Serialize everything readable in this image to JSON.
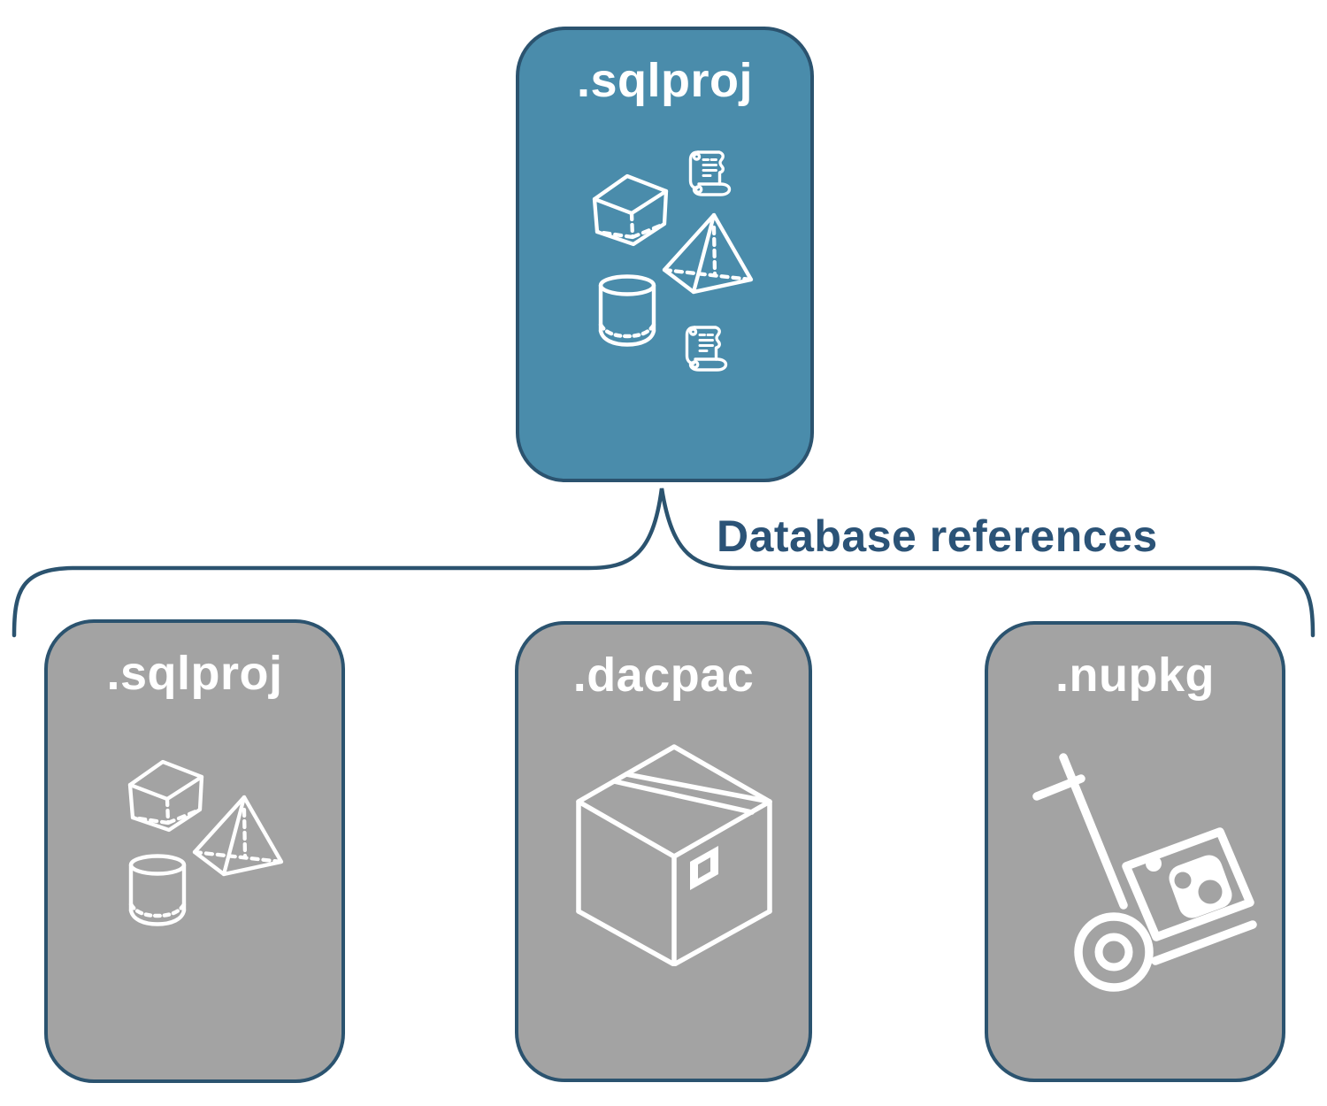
{
  "colors": {
    "accent-teal": "#4A8CAB",
    "box-gray": "#A3A3A3",
    "outline-blue": "#2B536F",
    "label-blue": "#2B5377",
    "icon-white": "#FFFFFF"
  },
  "root_box": {
    "label": ".sqlproj",
    "icons": [
      "scroll-icon",
      "cube-icon",
      "pyramid-icon",
      "cylinder-icon",
      "scroll-icon"
    ]
  },
  "connector": {
    "label": "Database references"
  },
  "reference_boxes": [
    {
      "label": ".sqlproj",
      "icon": "geometry-shapes-icon"
    },
    {
      "label": ".dacpac",
      "icon": "package-box-icon"
    },
    {
      "label": ".nupkg",
      "icon": "nuget-handtruck-icon"
    }
  ]
}
